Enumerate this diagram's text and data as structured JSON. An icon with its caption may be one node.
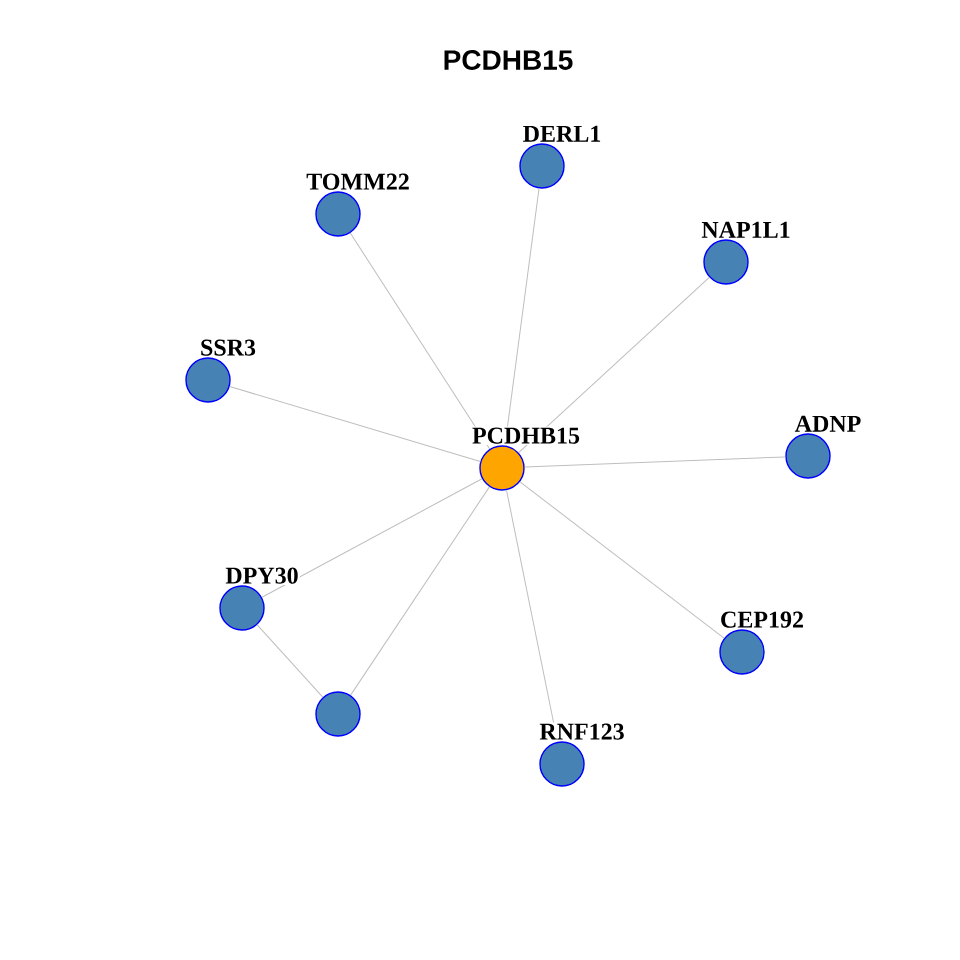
{
  "diagram": {
    "title": "PCDHB15",
    "nodes": [
      {
        "text": [
          "DERL1"
        ]
      },
      {
        "text": [
          "TOMM22"
        ]
      },
      {
        "text": [
          "NAP1L1"
        ]
      },
      {
        "text": [
          "SSR3"
        ]
      },
      {
        "text": [
          "PCDHB15"
        ]
      },
      {
        "text": [
          "ADNP"
        ]
      },
      {
        "text": [
          "DPY30"
        ]
      },
      {
        "text": [
          "CEP192"
        ]
      },
      {
        "text": [],
        "shape": "circle"
      },
      {
        "text": [
          "RNF123"
        ]
      }
    ],
    "edges": [
      {
        "from": 4,
        "to": 0,
        "arrow": "none"
      },
      {
        "from": 4,
        "to": 1,
        "arrow": "none"
      },
      {
        "from": 4,
        "to": 2,
        "arrow": "none"
      },
      {
        "from": 4,
        "to": 3,
        "arrow": "none"
      },
      {
        "from": 4,
        "to": 5,
        "arrow": "none"
      },
      {
        "from": 4,
        "to": 6,
        "arrow": "none"
      },
      {
        "from": 4,
        "to": 7,
        "arrow": "none"
      },
      {
        "from": 4,
        "to": 8,
        "arrow": "none"
      },
      {
        "from": 4,
        "to": 9,
        "arrow": "none"
      },
      {
        "from": 6,
        "to": 8,
        "arrow": "none"
      }
    ]
  }
}
